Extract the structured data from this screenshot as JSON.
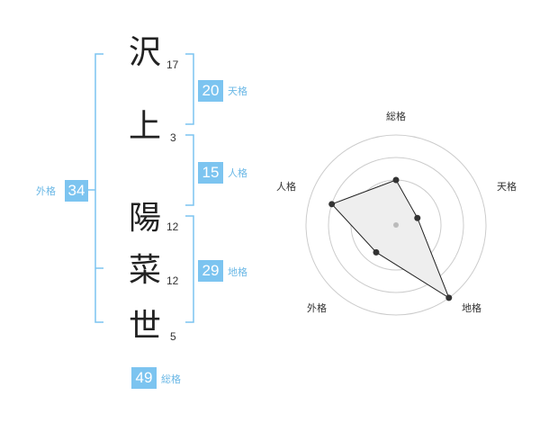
{
  "name": {
    "chars": [
      {
        "char": "沢",
        "strokes": "17"
      },
      {
        "char": "上",
        "strokes": "3"
      },
      {
        "char": "陽",
        "strokes": "12"
      },
      {
        "char": "菜",
        "strokes": "12"
      },
      {
        "char": "世",
        "strokes": "5"
      }
    ]
  },
  "grids": {
    "tenkaku": {
      "value": "20",
      "label": "天格"
    },
    "jinkaku": {
      "value": "15",
      "label": "人格"
    },
    "chikaku": {
      "value": "29",
      "label": "地格"
    },
    "gaikaku": {
      "value": "34",
      "label": "外格"
    },
    "soukaku": {
      "value": "49",
      "label": "総格"
    }
  },
  "colors": {
    "accent": "#7cc4f0",
    "bracket": "#7cc4f0",
    "radar_fill": "#eeeeee",
    "radar_ring": "#cccccc"
  },
  "chart_data": {
    "type": "radar",
    "axes": [
      "総格",
      "天格",
      "地格",
      "外格",
      "人格"
    ],
    "values": [
      2,
      1,
      4,
      1.5,
      3
    ],
    "rmax": 4,
    "rings": 4
  }
}
